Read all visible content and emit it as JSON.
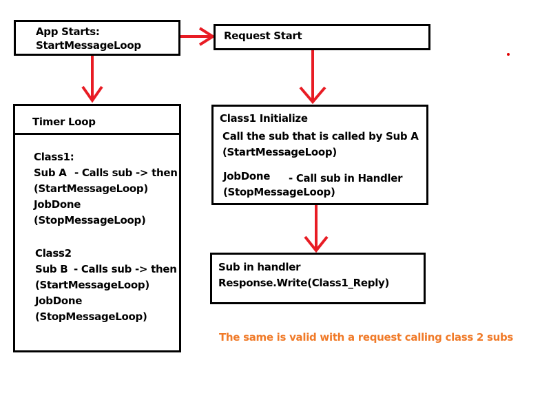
{
  "colors": {
    "arrow": "#e81c24",
    "note": "#f07a28",
    "border": "#000000"
  },
  "app_start": {
    "line1": "App Starts:",
    "line2": "StartMessageLoop"
  },
  "request_start": {
    "title": "Request Start"
  },
  "timer_loop": {
    "title": "Timer Loop",
    "class1": {
      "heading": "Class1:",
      "sub": "Sub A",
      "sub_note": "-  Calls sub -> then",
      "sub_call": "(StartMessageLoop)",
      "done": "JobDone",
      "done_call": "(StopMessageLoop)"
    },
    "class2": {
      "heading": "Class2",
      "sub": "Sub B",
      "sub_note": "- Calls sub -> then",
      "sub_call": "(StartMessageLoop)",
      "done": "JobDone",
      "done_call": "(StopMessageLoop)"
    }
  },
  "class1_init": {
    "title": "Class1 Initialize",
    "call_line": "Call the sub that is called by Sub A",
    "call_paren": "(StartMessageLoop)",
    "done": "JobDone",
    "done_note": "-  Call sub in Handler",
    "done_paren": "(StopMessageLoop)"
  },
  "handler": {
    "line1": "Sub in handler",
    "line2": "Response.Write(Class1_Reply)"
  },
  "note": "The same is valid with a request calling class 2 subs"
}
